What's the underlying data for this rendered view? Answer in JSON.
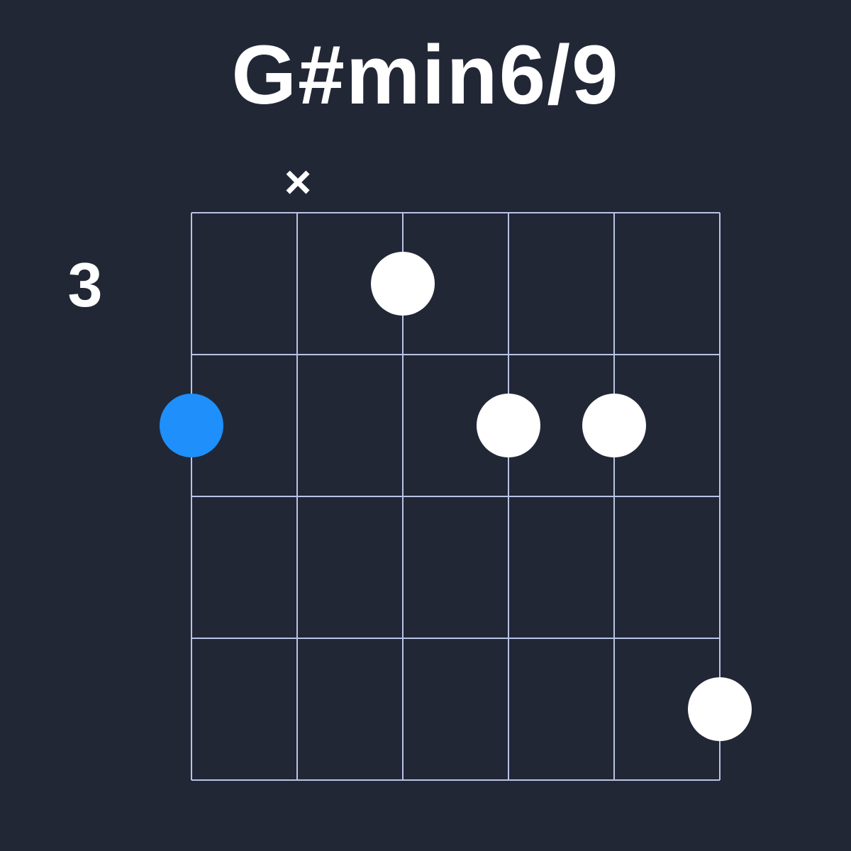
{
  "title": "G#min6/9",
  "colors": {
    "background": "#222736",
    "grid_line": "#b9c3e6",
    "dot_white": "#ffffff",
    "dot_blue": "#1e8ffb",
    "text": "#ffffff"
  },
  "diagram": {
    "fret_label": "3",
    "muted_marker": "×",
    "muted_string": 2,
    "string_count": 6,
    "fret_count": 4,
    "dots": [
      {
        "string": 1,
        "fret": 2,
        "color": "blue"
      },
      {
        "string": 3,
        "fret": 1,
        "color": "white"
      },
      {
        "string": 4,
        "fret": 2,
        "color": "white"
      },
      {
        "string": 5,
        "fret": 2,
        "color": "white"
      },
      {
        "string": 6,
        "fret": 4,
        "color": "white"
      }
    ]
  }
}
